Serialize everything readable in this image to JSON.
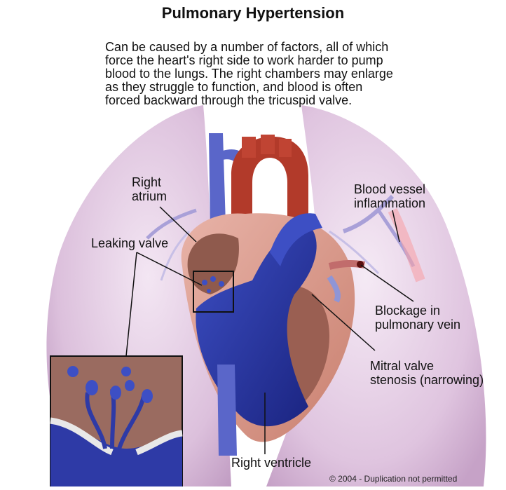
{
  "title": "Pulmonary Hypertension",
  "description": {
    "lines": [
      "Can be caused by a number of factors, all of which",
      "force the heart's right side to work harder to pump",
      "blood to the lungs. The right chambers may enlarge",
      "as they struggle to function, and blood is often",
      "forced backward through the tricuspid valve."
    ]
  },
  "labels": {
    "right_atrium": [
      "Right",
      "atrium"
    ],
    "leaking_valve": "Leaking valve",
    "blood_vessel_inflammation": [
      "Blood vessel",
      "inflammation"
    ],
    "blockage": [
      "Blockage in",
      "pulmonary vein"
    ],
    "mitral_valve": [
      "Mitral valve",
      "stenosis (narrowing)"
    ],
    "right_ventricle": "Right ventricle"
  },
  "copyright": "© 2004 - Duplication not permitted",
  "colors": {
    "lung": "#e3c9e3",
    "lung_shade": "#c9a3c9",
    "aorta": "#b23a2a",
    "vein_blue": "#5561c2",
    "right_heart": "#1f2fa3",
    "myocardium": "#d99a8f",
    "chamber": "#8f5a4d"
  }
}
